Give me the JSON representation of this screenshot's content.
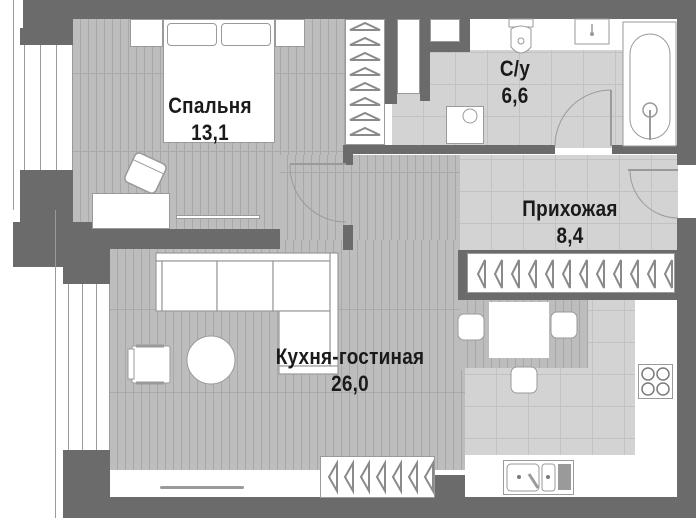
{
  "plan": {
    "title": "Floor plan",
    "colors": {
      "wall": "#6b6b6b",
      "wood_floor": "#bdbdbd",
      "tile_floor": "#d3d3d3",
      "furniture": "#ffffff",
      "text": "#1a1a1a"
    },
    "rooms": [
      {
        "id": "bedroom",
        "name": "Спальня",
        "area": "13,1"
      },
      {
        "id": "bathroom",
        "name": "С/у",
        "area": "6,6"
      },
      {
        "id": "hallway",
        "name": "Прихожая",
        "area": "8,4"
      },
      {
        "id": "kitchen-living",
        "name": "Кухня-гостиная",
        "area": "26,0"
      }
    ],
    "icons": [
      "bed-icon",
      "desk-icon",
      "armchair-icon",
      "wardrobe-hangers-icon",
      "toilet-icon",
      "sink-icon",
      "bathtub-icon",
      "washing-machine-icon",
      "door-swing-icon",
      "sofa-icon",
      "coffee-table-icon",
      "dining-table-icon",
      "chair-icon",
      "stove-icon",
      "kitchen-sink-icon",
      "window-icon"
    ]
  }
}
